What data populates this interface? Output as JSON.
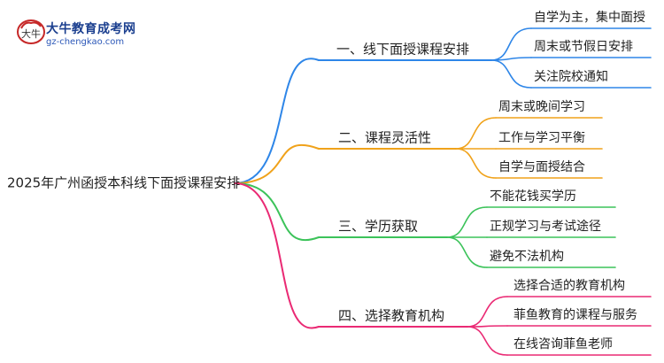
{
  "logo": {
    "title": "大牛教育成考网",
    "url": "gz-chengkao.com",
    "mark": "大牛"
  },
  "root": {
    "label": "2025年广州函授本科线下面授课程安排"
  },
  "branches": [
    {
      "label": "一、线下面授课程安排",
      "color": "#2e86e8",
      "children": [
        "自学为主，集中面授",
        "周末或节假日安排",
        "关注院校通知"
      ]
    },
    {
      "label": "二、课程灵活性",
      "color": "#f0a21a",
      "children": [
        "周末或晚间学习",
        "工作与学习平衡",
        "自学与面授结合"
      ]
    },
    {
      "label": "三、学历获取",
      "color": "#3cc35a",
      "children": [
        "不能花钱买学历",
        "正规学习与考试途径",
        "避免不法机构"
      ]
    },
    {
      "label": "四、选择教育机构",
      "color": "#ea2a74",
      "children": [
        "选择合适的教育机构",
        "菲鱼教育的课程与服务",
        "在线咨询菲鱼老师"
      ]
    }
  ]
}
